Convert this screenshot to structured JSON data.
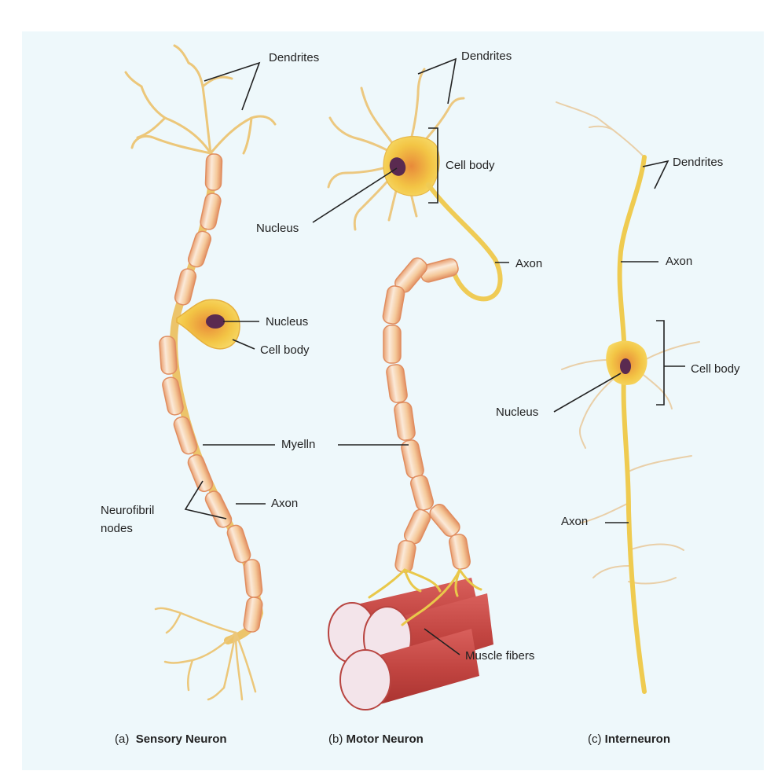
{
  "diagram": {
    "background": "#eef8fb",
    "colors": {
      "axon": "#f2cf5a",
      "myelin": "#f7d9b8",
      "myelin_edge": "#e49a6a",
      "nucleus": "#5a2a50",
      "cell_body": "#f4c840",
      "muscle": "#c74a48",
      "muscle_end": "#f3e4ea",
      "leader_line": "#222222"
    },
    "panels": [
      {
        "id": "a",
        "caption_prefix": "(a)",
        "caption_title": "Sensory Neuron",
        "labels": {
          "dendrites": "Dendrites",
          "nucleus": "Nucleus",
          "cell_body": "Cell body",
          "myelin": "Myelln",
          "axon": "Axon",
          "nodes_line1": "Neurofibril",
          "nodes_line2": "nodes"
        }
      },
      {
        "id": "b",
        "caption_prefix": "(b)",
        "caption_title": "Motor Neuron",
        "labels": {
          "dendrites": "Dendrites",
          "cell_body": "Cell body",
          "nucleus": "Nucleus",
          "axon": "Axon",
          "muscle_fibers": "Muscle fibers"
        }
      },
      {
        "id": "c",
        "caption_prefix": "(c)",
        "caption_title": "Interneuron",
        "labels": {
          "dendrites": "Dendrites",
          "axon_upper": "Axon",
          "cell_body": "Cell body",
          "nucleus": "Nucleus",
          "axon_lower": "Axon"
        }
      }
    ]
  }
}
